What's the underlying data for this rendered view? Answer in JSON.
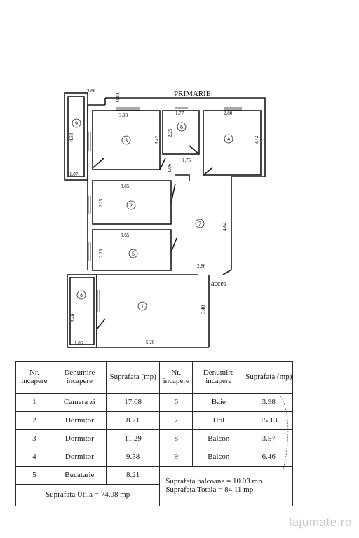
{
  "plan": {
    "street_label": "PRIMARIE",
    "entrance_label": "acces",
    "rooms": [
      {
        "num": "1"
      },
      {
        "num": "2"
      },
      {
        "num": "3"
      },
      {
        "num": "4"
      },
      {
        "num": "5"
      },
      {
        "num": "6"
      },
      {
        "num": "7"
      },
      {
        "num": "8"
      },
      {
        "num": "9"
      }
    ],
    "dimensions": [
      "3.66",
      "0.80",
      "3.30",
      "1.77",
      "2.80",
      "4.53",
      "3.42",
      "2.25",
      "3.42",
      "1.07",
      "1.06",
      "1.75",
      "3.65",
      "2.25",
      "4.64",
      "3.65",
      "2.25",
      "2.86",
      "3.40",
      "3.40",
      "1.05",
      "5.20"
    ]
  },
  "table": {
    "headers": {
      "nr": "Nr. incapere",
      "denumire": "Denumire incapere",
      "suprafata": "Suprafata (mp)",
      "suprafata_col": "(mp)"
    },
    "rows_left": [
      {
        "nr": "1",
        "name": "Camera zi",
        "area": "17.68"
      },
      {
        "nr": "2",
        "name": "Dormitor",
        "area": "8.21"
      },
      {
        "nr": "3",
        "name": "Dormitor",
        "area": "11.29"
      },
      {
        "nr": "4",
        "name": "Dormitor",
        "area": "9.58"
      },
      {
        "nr": "5",
        "name": "Bucatarie",
        "area": "8.21"
      }
    ],
    "rows_right": [
      {
        "nr": "6",
        "name": "Baie",
        "area": "3.98"
      },
      {
        "nr": "7",
        "name": "Hol",
        "area": "15.13"
      },
      {
        "nr": "8",
        "name": "Balcon",
        "area": "3.57"
      },
      {
        "nr": "9",
        "name": "Balcon",
        "area": "6.46"
      }
    ],
    "suprafata_utila_label": "Suprafata Utila",
    "suprafata_utila_value": "74.08 mp",
    "suprafata_balcoane_label": "Suprafata balcoane",
    "suprafata_balcoane_value": "10.03 mp",
    "suprafata_totala_label": "Suprafata Totala",
    "suprafata_totala_value": "84.11 mp"
  },
  "watermark": "lajumate.ro"
}
